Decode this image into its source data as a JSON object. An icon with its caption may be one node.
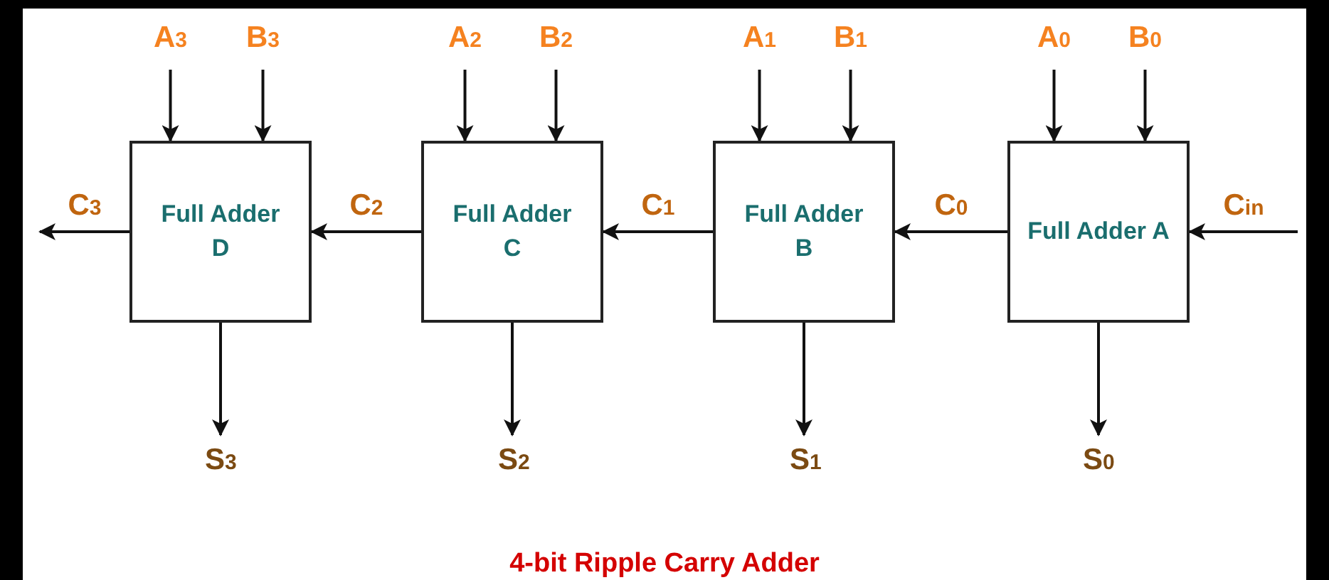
{
  "diagram": {
    "caption": "4-bit Ripple Carry Adder",
    "nodes": [
      {
        "text": [
          "A$_{3}$"
        ]
      },
      {
        "text": [
          "B$_{3}$"
        ]
      },
      {
        "text": [
          "A$_{2}$"
        ]
      },
      {
        "text": [
          "B$_{2}$"
        ]
      },
      {
        "text": [
          "A$_{1}$"
        ]
      },
      {
        "text": [
          "B$_{1}$"
        ]
      },
      {
        "text": [
          "A$_{0}$"
        ]
      },
      {
        "text": [
          "B$_{0}$"
        ]
      },
      {
        "text": [
          "Full Adder D"
        ]
      },
      {
        "text": [
          "Full Adder C"
        ]
      },
      {
        "text": [
          "Full Adder B"
        ]
      },
      {
        "text": [
          "Full Adder A"
        ]
      },
      {
        "text": [
          "S$_{3}$"
        ]
      },
      {
        "text": [
          "S$_{2}$"
        ]
      },
      {
        "text": [
          "S$_{1}$"
        ]
      },
      {
        "text": [
          "S$_{0}$"
        ]
      }
    ],
    "edges": [
      {
        "from": 0,
        "to": 8,
        "arrow": "to"
      },
      {
        "from": 1,
        "to": 8,
        "arrow": "to"
      },
      {
        "from": 2,
        "to": 9,
        "arrow": "to"
      },
      {
        "from": 3,
        "to": 9,
        "arrow": "to"
      },
      {
        "from": 4,
        "to": 10,
        "arrow": "to"
      },
      {
        "from": 5,
        "to": 10,
        "arrow": "to"
      },
      {
        "from": 6,
        "to": 11,
        "arrow": "to"
      },
      {
        "from": 7,
        "to": 11,
        "arrow": "to"
      },
      {
        "from": null,
        "to": 11,
        "arrow": "to",
        "label": "C$_{in}$"
      },
      {
        "from": 11,
        "to": 10,
        "arrow": "to",
        "label": "C$_{0}$"
      },
      {
        "from": 10,
        "to": 9,
        "arrow": "to",
        "label": "C$_{1}$"
      },
      {
        "from": 9,
        "to": 8,
        "arrow": "to",
        "label": "C$_{2}$"
      },
      {
        "from": 8,
        "to": null,
        "arrow": "to",
        "label": "C$_{3}$"
      },
      {
        "from": 8,
        "to": 12,
        "arrow": "to"
      },
      {
        "from": 9,
        "to": 13,
        "arrow": "to"
      },
      {
        "from": 10,
        "to": 14,
        "arrow": "to"
      },
      {
        "from": 11,
        "to": 15,
        "arrow": "to"
      }
    ]
  }
}
